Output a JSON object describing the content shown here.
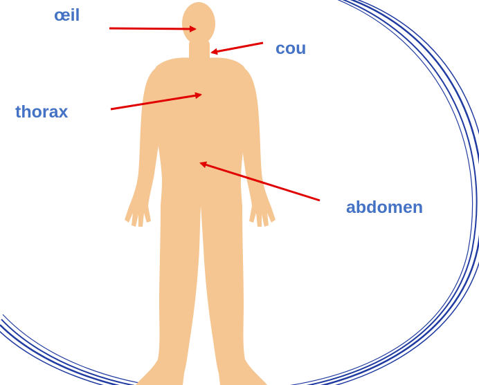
{
  "labels": {
    "eye": "œil",
    "neck": "cou",
    "thorax": "thorax",
    "abdomen": "abdomen"
  },
  "colors": {
    "label_text": "#4472c4",
    "arrow": "#e00000",
    "body_silhouette": "#f5c592",
    "circle_outline": "#1f3aa0"
  },
  "icons": {
    "figure": "human-body-silhouette-icon"
  }
}
